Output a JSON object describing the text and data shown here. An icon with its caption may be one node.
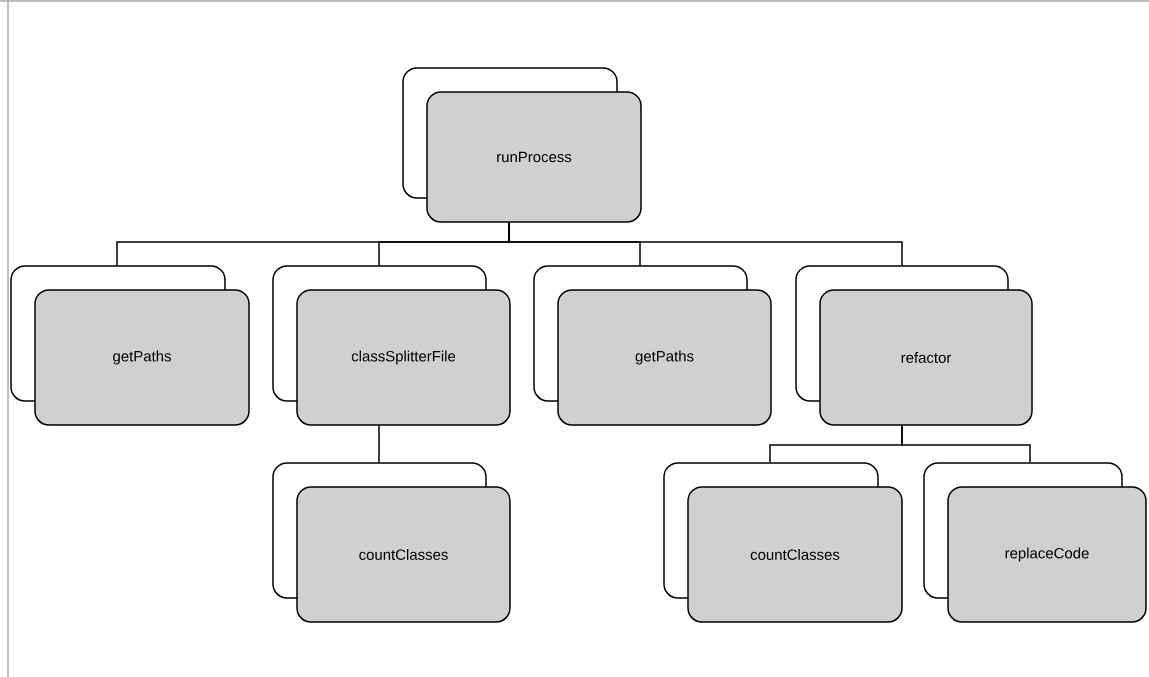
{
  "diagram": {
    "nodes": [
      {
        "text": [
          "runProcess"
        ]
      },
      {
        "text": [
          "getPaths"
        ]
      },
      {
        "text": [
          "classSplitterFile"
        ]
      },
      {
        "text": [
          "getPaths"
        ]
      },
      {
        "text": [
          "refactor"
        ]
      },
      {
        "text": [
          "countClasses"
        ]
      },
      {
        "text": [
          "countClasses"
        ]
      },
      {
        "text": [
          "replaceCode"
        ]
      }
    ],
    "edges": [
      {
        "from": 0,
        "to": 1,
        "arrow": "none"
      },
      {
        "from": 0,
        "to": 2,
        "arrow": "none"
      },
      {
        "from": 0,
        "to": 3,
        "arrow": "none"
      },
      {
        "from": 0,
        "to": 4,
        "arrow": "none"
      },
      {
        "from": 2,
        "to": 5,
        "arrow": "none"
      },
      {
        "from": 4,
        "to": 6,
        "arrow": "none"
      },
      {
        "from": 4,
        "to": 7,
        "arrow": "none"
      }
    ]
  }
}
